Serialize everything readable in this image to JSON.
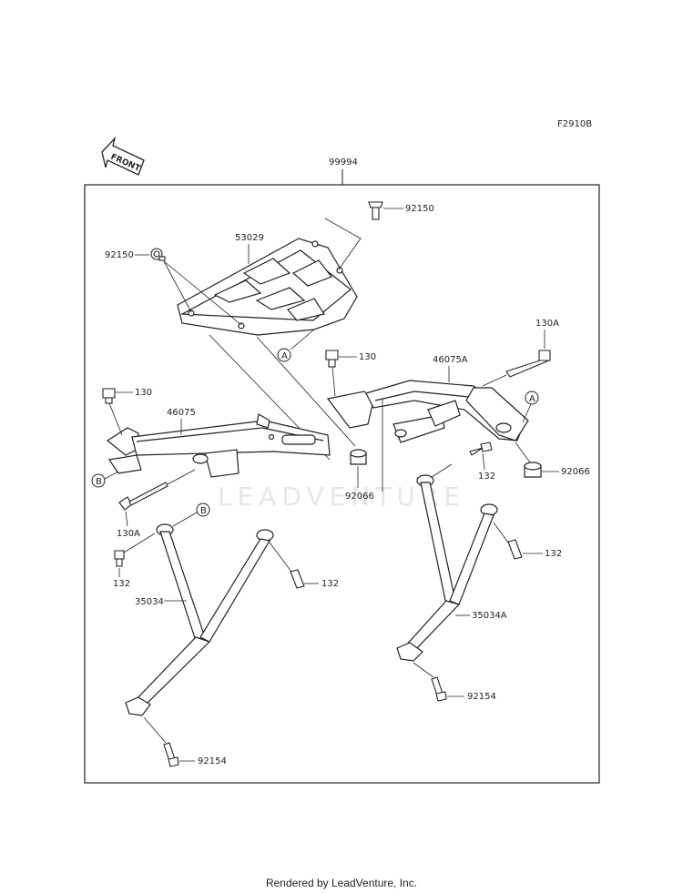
{
  "diagram_code": "F2910B",
  "front_label": "FRONT",
  "assembly_number": "99994",
  "callouts": {
    "bolt_92150_top": "92150",
    "bolt_92150_left": "92150",
    "plate_53029": "53029",
    "bolt_130_center": "130",
    "bracket_46075A": "46075A",
    "bolt_130A_right": "130A",
    "bolt_130_left": "130",
    "bracket_46075": "46075",
    "grommet_92066_center": "92066",
    "bolt_132_center_right": "132",
    "grommet_92066_right": "92066",
    "bolt_130A_left": "130A",
    "bolt_132_left": "132",
    "bolt_132_left_lower": "132",
    "bolt_132_right": "132",
    "stay_35034": "35034",
    "stay_35034A": "35034A",
    "bolt_92154_right": "92154",
    "bolt_92154_left": "92154"
  },
  "ref_markers": {
    "a1": "A",
    "a2": "A",
    "b1": "B",
    "b2": "B"
  },
  "watermark": "LEADVENTURE",
  "footer": "Rendered by LeadVenture, Inc."
}
